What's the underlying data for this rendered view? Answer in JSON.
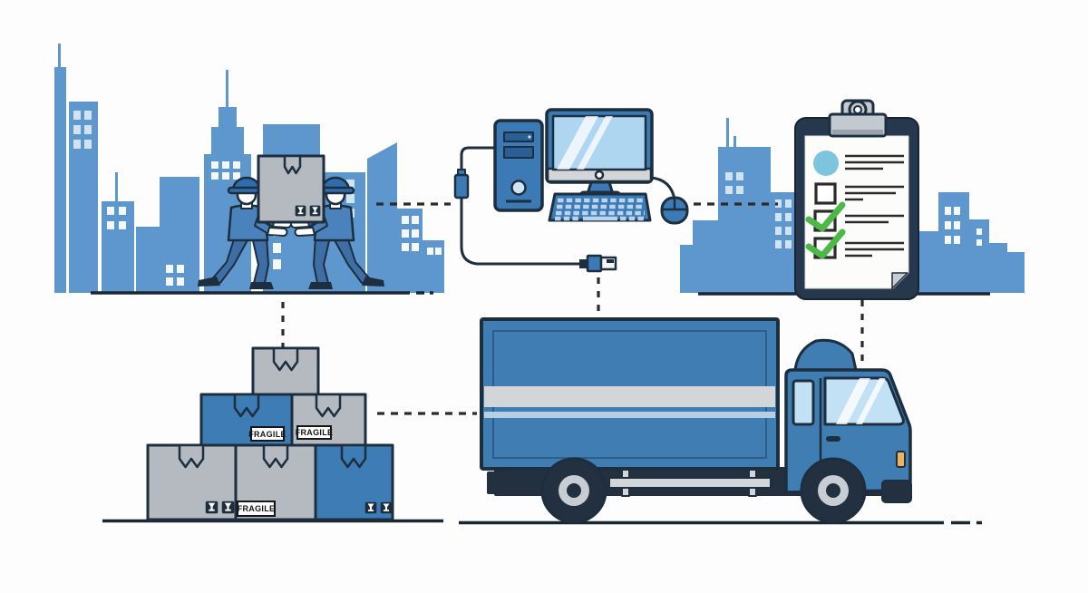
{
  "illustration": {
    "fragile_labels": [
      "FRAGILE",
      "FRAGILE",
      "FRAGILE"
    ],
    "checklist": {
      "rows": [
        {
          "marker": "dot"
        },
        {
          "marker": "checkbox",
          "checked": false
        },
        {
          "marker": "checkbox",
          "checked": true
        },
        {
          "marker": "checkbox",
          "checked": true
        }
      ]
    },
    "icons": {
      "fragile_glass": "wine-glass-icon",
      "hard_hat": "hard-hat-icon",
      "usb_plug": "usb-plug-icon",
      "usb_connector": "usb-connector-icon",
      "checkmark": "checkmark-icon",
      "clipboard_ring": "clip-ring-icon"
    },
    "colors": {
      "bg": "#fdfdfd",
      "skyline": "#5e96ce",
      "window_white": "#f4f8fc",
      "window_light": "#cfe3f5",
      "outline": "#1d2e3f",
      "line_dark": "#2b2b2b",
      "ground_dark": "#1a2733",
      "device_blue": "#3c7ab6",
      "screen_blue": "#aed6f0",
      "key_blue": "#b9d4ec",
      "box_gray": "#b5bac0",
      "box_blue": "#3e7cb5",
      "truck_blue": "#3f7db3",
      "stripe_gray": "#d2d6d8",
      "stripe_light": "#b7cfe4",
      "chassis_dark": "#22303f",
      "wheel_hub": "#c8cdd3",
      "glass_blue": "#c2e1f4",
      "clipboard_navy": "#26384e",
      "clip_metal": "#c3c9d0",
      "clip_metal_dark": "#99a1aa",
      "paper": "#fcfcfa",
      "fold_gray": "#c9cdd2",
      "dot_teal": "#7cc5dc",
      "check_green": "#4db848",
      "marker_orange": "#f0b25e",
      "shirt_blue": "#4a82bb",
      "pants_blue": "#3f6ea6",
      "helmet_blue": "#2f6dad",
      "label_border": "#161616"
    }
  }
}
